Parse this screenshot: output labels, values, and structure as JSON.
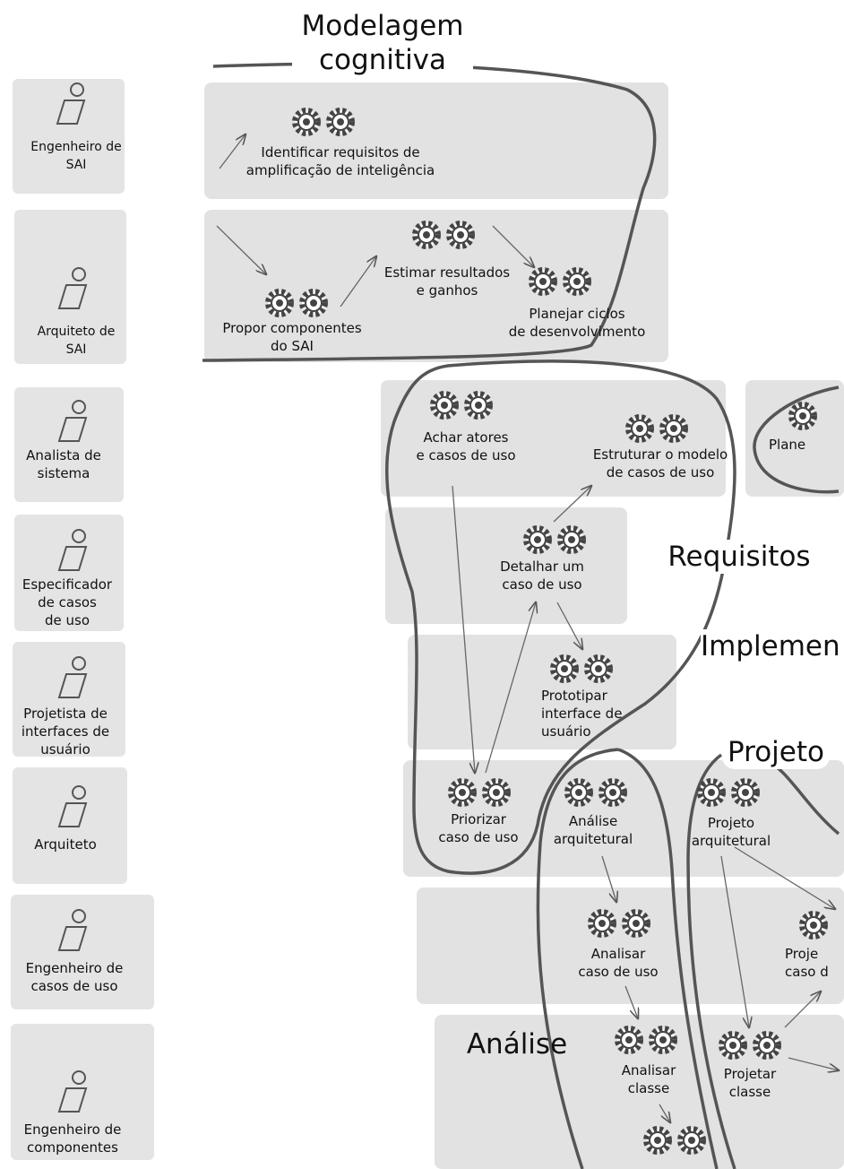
{
  "roles": [
    {
      "label": "Engenheiro de\nSAI"
    },
    {
      "label": "Arquiteto de\nSAI"
    },
    {
      "label": "Analista de\nsistema"
    },
    {
      "label": "Especificador\nde casos\nde uso"
    },
    {
      "label": "Projetista de\ninterfaces de\nusuário"
    },
    {
      "label": "Arquiteto"
    },
    {
      "label": "Engenheiro de\ncasos de uso"
    },
    {
      "label": "Engenheiro de\ncomponentes"
    }
  ],
  "phases": {
    "modelagem": "Modelagem\ncognitiva",
    "requisitos": "Requisitos",
    "implementacao": "Implemen",
    "projeto": "Projeto",
    "analise": "Análise"
  },
  "activities": {
    "identificar": "Identificar requisitos de\namplificação de inteligência",
    "estimar": "Estimar resultados\ne ganhos",
    "propor": "Propor componentes\ndo SAI",
    "planejar": "Planejar ciclos\nde desenvolvimento",
    "achar": "Achar atores\ne casos de uso",
    "estruturar": "Estruturar o modelo\nde casos de uso",
    "plane": "Plane",
    "detalhar": "Detalhar um\ncaso de uso",
    "prototipar": "Prototipar\ninterface de\nusuário",
    "priorizar": "Priorizar\ncaso de uso",
    "analise_arq": "Análise\narquitetural",
    "projeto_arq": "Projeto\narquitetural",
    "analisar_cu": "Analisar\ncaso de uso",
    "proje_cu": "Proje\ncaso d",
    "analisar_classe": "Analisar\nclasse",
    "projetar_classe": "Projetar\nclasse"
  }
}
